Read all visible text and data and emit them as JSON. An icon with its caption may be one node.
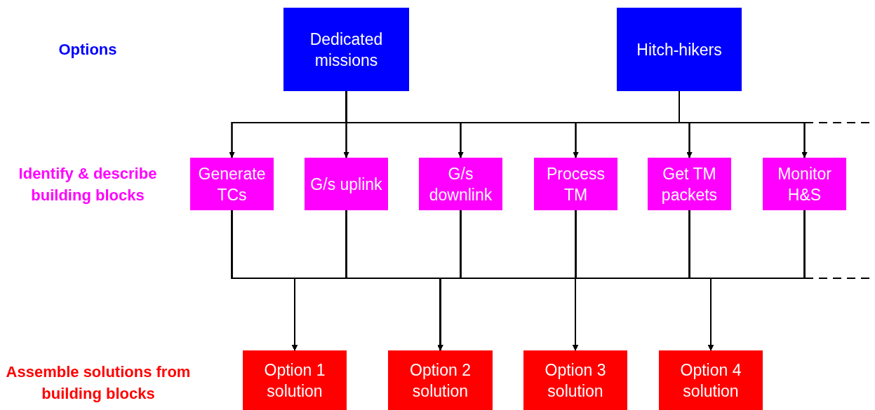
{
  "diagram": {
    "nodes": [
      {
        "text": [
          "Dedicated missions"
        ]
      },
      {
        "text": [
          "Hitch-hikers"
        ]
      },
      {
        "text": [
          "Generate TCs"
        ]
      },
      {
        "text": [
          "G/s uplink"
        ]
      },
      {
        "text": [
          "G/s downlink"
        ]
      },
      {
        "text": [
          "Process TM"
        ]
      },
      {
        "text": [
          "Get TM packets"
        ]
      },
      {
        "text": [
          "Monitor H&S"
        ]
      },
      {
        "text": [
          "Option 1 solution"
        ]
      },
      {
        "text": [
          "Option 2 solution"
        ]
      },
      {
        "text": [
          "Option 3 solution"
        ]
      },
      {
        "text": [
          "Option 4 solution"
        ]
      }
    ],
    "edges": [
      {
        "from": 0,
        "to": 2,
        "arrow": "to"
      },
      {
        "from": 0,
        "to": 3,
        "arrow": "to"
      },
      {
        "from": 0,
        "to": 4,
        "arrow": "to"
      },
      {
        "from": 0,
        "to": 5,
        "arrow": "to"
      },
      {
        "from": 0,
        "to": 6,
        "arrow": "to"
      },
      {
        "from": 0,
        "to": 7,
        "arrow": "to"
      },
      {
        "from": 1,
        "to": 2,
        "arrow": "to"
      },
      {
        "from": 1,
        "to": 3,
        "arrow": "to"
      },
      {
        "from": 1,
        "to": 4,
        "arrow": "to"
      },
      {
        "from": 1,
        "to": 5,
        "arrow": "to"
      },
      {
        "from": 1,
        "to": 6,
        "arrow": "to"
      },
      {
        "from": 1,
        "to": 7,
        "arrow": "to"
      },
      {
        "from": 2,
        "to": 8,
        "arrow": "to"
      },
      {
        "from": 2,
        "to": 9,
        "arrow": "to"
      },
      {
        "from": 2,
        "to": 10,
        "arrow": "to"
      },
      {
        "from": 2,
        "to": 11,
        "arrow": "to"
      },
      {
        "from": 3,
        "to": 8,
        "arrow": "to"
      },
      {
        "from": 3,
        "to": 9,
        "arrow": "to"
      },
      {
        "from": 3,
        "to": 10,
        "arrow": "to"
      },
      {
        "from": 3,
        "to": 11,
        "arrow": "to"
      },
      {
        "from": 4,
        "to": 8,
        "arrow": "to"
      },
      {
        "from": 4,
        "to": 9,
        "arrow": "to"
      },
      {
        "from": 4,
        "to": 10,
        "arrow": "to"
      },
      {
        "from": 4,
        "to": 11,
        "arrow": "to"
      },
      {
        "from": 5,
        "to": 8,
        "arrow": "to"
      },
      {
        "from": 5,
        "to": 9,
        "arrow": "to"
      },
      {
        "from": 5,
        "to": 10,
        "arrow": "to"
      },
      {
        "from": 5,
        "to": 11,
        "arrow": "to"
      },
      {
        "from": 6,
        "to": 8,
        "arrow": "to"
      },
      {
        "from": 6,
        "to": 9,
        "arrow": "to"
      },
      {
        "from": 6,
        "to": 10,
        "arrow": "to"
      },
      {
        "from": 6,
        "to": 11,
        "arrow": "to"
      },
      {
        "from": 7,
        "to": 8,
        "arrow": "to"
      },
      {
        "from": 7,
        "to": 9,
        "arrow": "to"
      },
      {
        "from": 7,
        "to": 10,
        "arrow": "to"
      },
      {
        "from": 7,
        "to": 11,
        "arrow": "to"
      }
    ],
    "labels": [
      "Options",
      "Identify & describe building blocks",
      "Assemble solutions from building blocks"
    ]
  }
}
